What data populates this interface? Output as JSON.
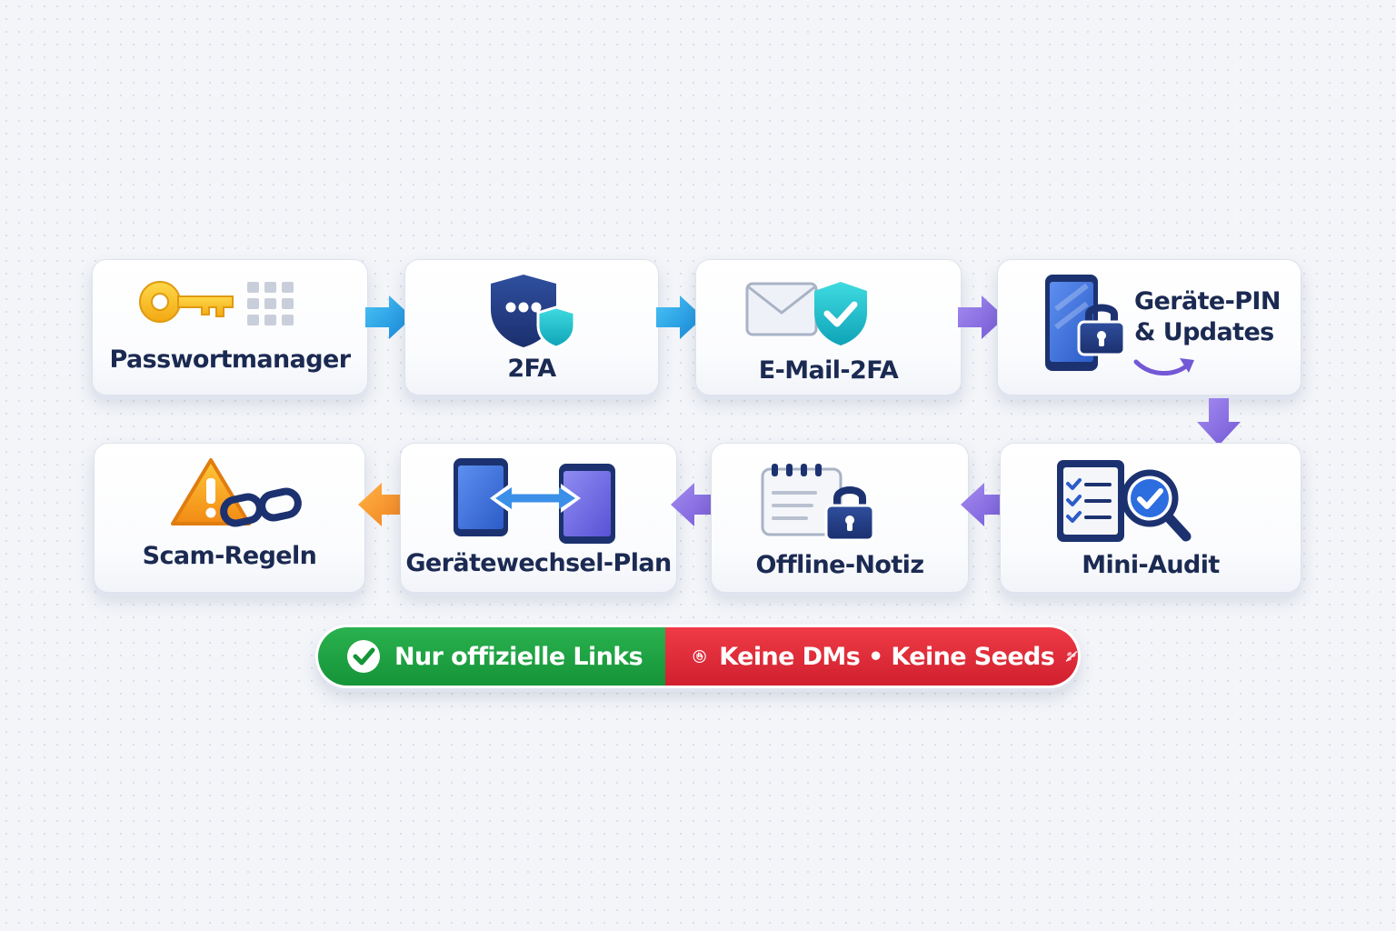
{
  "steps": {
    "passwortmanager": "Passwortmanager",
    "twofa": "2FA",
    "email2fa": "E-Mail-2FA",
    "geraete_pin_line1": "Geräte-PIN",
    "geraete_pin_line2": "& Updates",
    "mini_audit": "Mini-Audit",
    "offline_notiz": "Offline-Notiz",
    "geraetewechsel": "Gerätewechsel-Plan",
    "scam_regeln": "Scam-Regeln"
  },
  "banner": {
    "positive": "Nur offizielle Links",
    "negative": "Keine DMs • Keine Seeds"
  },
  "colors": {
    "label": "#1b2a52",
    "arrow_blue": "#1aa3e8",
    "arrow_purple": "#8b6fe0",
    "arrow_orange": "#f59a2a",
    "banner_green": "#1aa043",
    "banner_red": "#e12c3a"
  },
  "icons": [
    "key-icon",
    "keypad-icon",
    "shield-dots-icon",
    "envelope-icon",
    "shield-check-icon",
    "phone-icon",
    "padlock-icon",
    "refresh-arrow-icon",
    "checklist-icon",
    "magnifier-check-icon",
    "notepad-icon",
    "two-phones-icon",
    "swap-arrow-icon",
    "warning-icon",
    "chain-link-icon",
    "check-circle-icon",
    "stop-hand-icon",
    "crossed-seeds-icon"
  ]
}
